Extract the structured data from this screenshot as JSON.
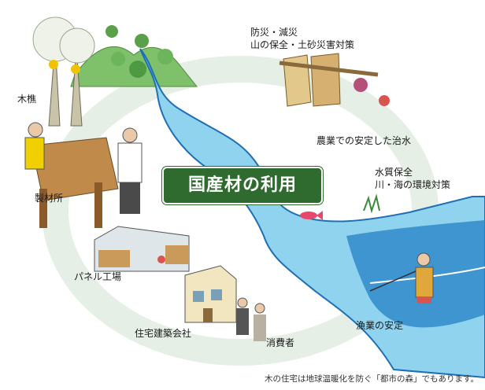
{
  "center_title": "国産材の利用",
  "nodes": {
    "forestry": "木樵",
    "sawmill": "製材所",
    "panel_factory": "パネル工場",
    "housing_company": "住宅建築会社",
    "consumer": "消費者",
    "fishery": "漁業の安定",
    "water_quality_1": "水質保全",
    "water_quality_2": "川・海の環境対策",
    "agriculture": "農業での安定した治水",
    "disaster_1": "防災・減災",
    "disaster_2": "山の保全・土砂災害対策"
  },
  "footnote": "木の住宅は地球温暖化を防ぐ「都市の森」でもあります。",
  "colors": {
    "title_bg": "#2f6b2f",
    "river": "#8fd3ee",
    "river_edge": "#1e6fb4",
    "mountain": "#7fc06a",
    "cycle_ring": "#e6efe6"
  }
}
